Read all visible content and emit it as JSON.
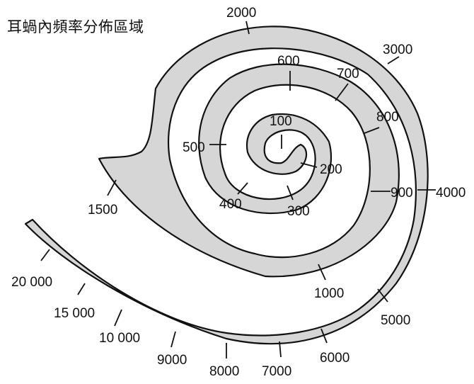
{
  "title": "耳蝸內頻率分佈區域",
  "colors": {
    "fill": "#d6d6d6",
    "outline": "#111111"
  },
  "labels": {
    "f100": "100",
    "f200": "200",
    "f300": "300",
    "f400": "400",
    "f500": "500",
    "f600": "600",
    "f700": "700",
    "f800": "800",
    "f900": "900",
    "f1000": "1000",
    "f1500": "1500",
    "f2000": "2000",
    "f3000": "3000",
    "f4000": "4000",
    "f5000": "5000",
    "f6000": "6000",
    "f7000": "7000",
    "f8000": "8000",
    "f9000": "9000",
    "f10000": "10 000",
    "f15000": "15 000",
    "f20000": "20 000"
  }
}
